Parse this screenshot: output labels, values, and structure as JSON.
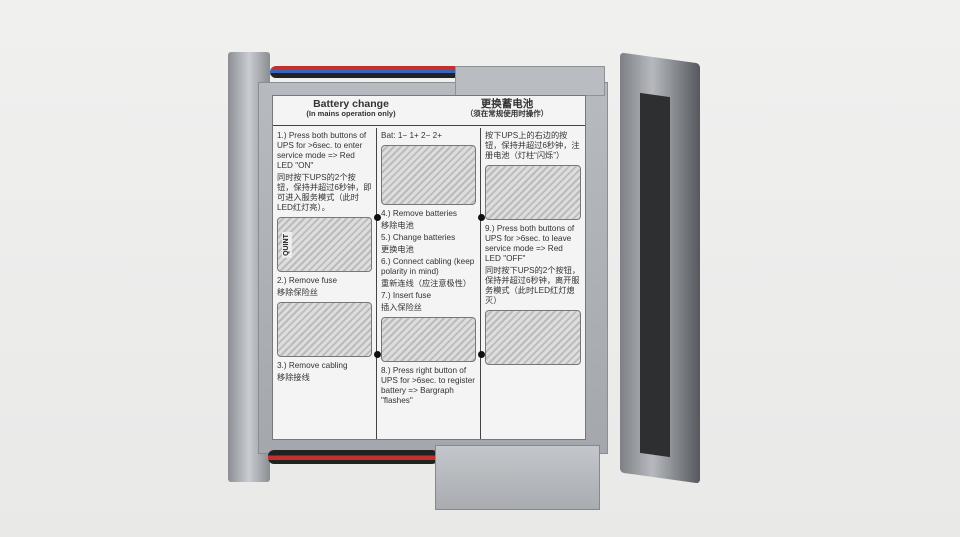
{
  "label": {
    "title_en": "Battery change",
    "subtitle_en": "(In mains operation only)",
    "title_zh": "更换蓄电池",
    "subtitle_zh": "（须在常规使用时操作）",
    "col1": [
      "1.) Press both buttons of UPS for >6sec. to enter service mode => Red LED \"ON\"",
      "同时按下UPS的2个按钮，保持并超过6秒钟，即可进入服务模式（此时LED红灯亮）。",
      "2.) Remove fuse",
      "移除保险丝",
      "3.) Remove cabling",
      "移除接线"
    ],
    "col2": [
      "Bat: 1− 1+ 2− 2+",
      "4.) Remove batteries",
      "移除电池",
      "5.) Change batteries",
      "更换电池",
      "6.) Connect cabling (keep polarity in mind)",
      "重新连线（应注意极性）",
      "7.) Insert fuse",
      "插入保险丝",
      "8.) Press right button of UPS for >6sec. to register battery => Bargraph \"flashes\""
    ],
    "col3": [
      "按下UPS上的右边的按钮，保持并超过6秒钟，注册电池（灯柱“闪烁”）",
      "9.) Press both buttons of UPS for >6sec. to leave service mode => Red LED \"OFF\"",
      "同时按下UPS的2个按钮，保持并超过6秒钟，离开服务模式（此时LED红灯熄灭）"
    ],
    "device_text": "QUINT"
  }
}
